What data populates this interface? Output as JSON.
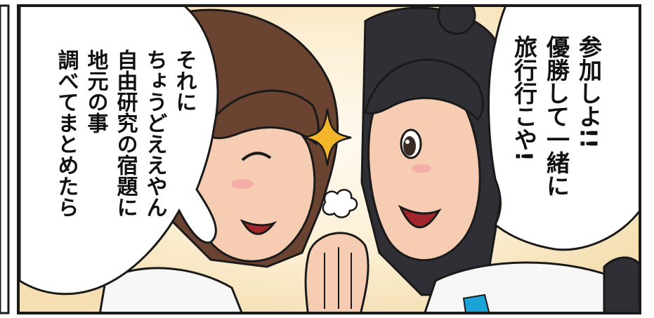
{
  "panel": {
    "left_bubble_lines": [
      "それに",
      "ちょうどええやん",
      "自由研究の宿題に",
      "地元の事",
      "調べてまとめたら"
    ],
    "right_bubble_lines": [
      "参加しよ!!",
      "優勝して一緒に",
      "旅行行こや!"
    ]
  },
  "colors": {
    "background_glow": "#fbeed2",
    "skin": "#f6cdb2",
    "hair_left": "#6b4331",
    "hair_right": "#2f2f35",
    "sparkle": "#f3b52a",
    "frame": "#1a1a1a"
  },
  "icons": [
    "sparkle-icon",
    "puff-cloud-icon"
  ]
}
